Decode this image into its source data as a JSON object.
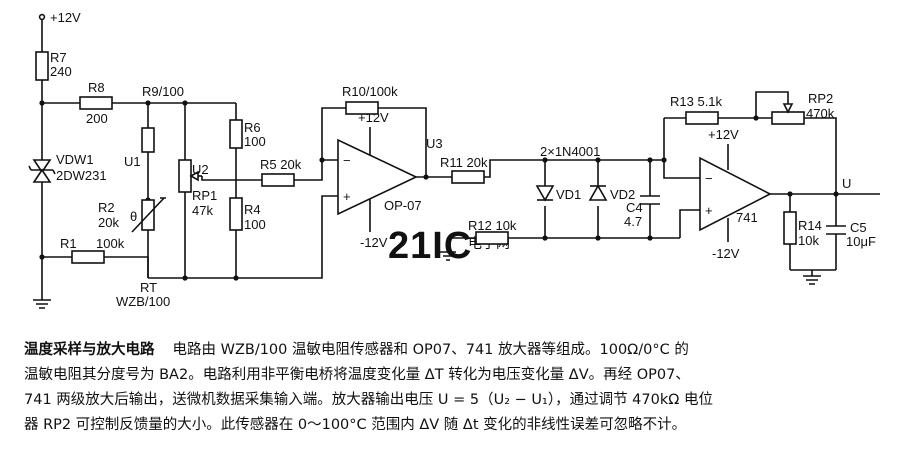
{
  "watermark": {
    "main": "21IC",
    "sub": "电子网"
  },
  "labels": {
    "vcc_top": "+12V",
    "r7": "R7",
    "r7_val": "240",
    "r8": "R8",
    "r8_val": "200",
    "r9": "R9/100",
    "vdw1": "VDW1",
    "vdw1_val": "2DW231",
    "u1": "U1",
    "u2": "U2",
    "r2": "R2",
    "r2_val": "20k",
    "theta": "θ",
    "rp1": "RP1",
    "rp1_val": "47k",
    "r6": "R6",
    "r6_val": "100",
    "r4": "R4",
    "r4_val": "100",
    "r5": "R5 20k",
    "r1": "R1",
    "r1_val": "100k",
    "rt": "RT",
    "rt_val": "WZB/100",
    "r10": "R10/100k",
    "u3_vcc": "+12V",
    "u3": "U3",
    "u3_model": "OP-07",
    "u3_vee": "-12V",
    "r11": "R11  20k",
    "r12": "R12  10k",
    "diodes": "2×1N4001",
    "vd1": "VD1",
    "vd2": "VD2",
    "c4": "C4",
    "c4_val": "4.7",
    "r13": "R13  5.1k",
    "rp2": "RP2",
    "rp2_val": "470k",
    "op2_vcc": "+12V",
    "op2_model": "741",
    "op2_vee": "-12V",
    "r14": "R14",
    "r14_val": "10k",
    "c5": "C5",
    "c5_val": "10μF",
    "out": "U",
    "minus": "−",
    "plus": "+"
  },
  "description": {
    "title": "温度采样与放大电路",
    "line1": "电路由 WZB/100 温敏电阻传感器和 OP07、741 放大器等组成。100Ω/0°C 的",
    "line2": "温敏电阻其分度号为 BA2。电路利用非平衡电桥将温度变化量 ΔT 转化为电压变化量 ΔV。再经 OP07、",
    "line3": "741 两级放大后输出，送微机数据采集输入端。放大器输出电压 U = 5（U₂ − U₁），通过调节 470kΩ 电位",
    "line4": "器 RP2 可控制反馈量的大小。此传感器在 0～100°C 范围内 ΔV 随 Δt 变化的非线性误差可忽略不计。"
  }
}
